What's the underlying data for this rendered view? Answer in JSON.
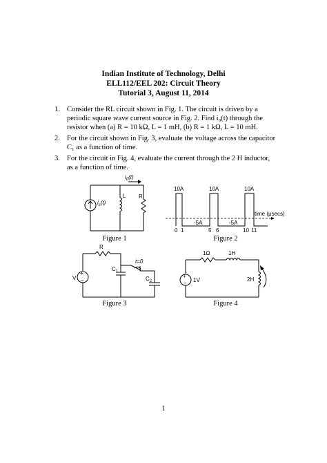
{
  "header": {
    "line1": "Indian Institute of Technology, Delhi",
    "line2": "ELL112/EEL 202: Circuit Theory",
    "line3": "Tutorial 3, August 11, 2014"
  },
  "questions": [
    {
      "number": "1.",
      "lines": [
        "Consider the RL circuit shown in Fig. 1. The circuit is driven by a",
        "periodic square wave current source in Fig. 2. Find i₀(t) through the",
        "resistor when (a) R = 10 kΩ, L = 1 mH, (b) R = 1 kΩ, L = 10 mH."
      ]
    },
    {
      "number": "2.",
      "lines": [
        "For the circuit shown in Fig. 3, evaluate the voltage across the capacitor",
        "C₁ as a function of time."
      ]
    },
    {
      "number": "3.",
      "lines": [
        "For the circuit in Fig. 4, evaluate the current through the 2 H inductor,",
        "as a function of time."
      ]
    }
  ],
  "figures": {
    "fig1": {
      "caption": "Figure 1",
      "source_label": "i",
      "source_sub": "s",
      "source_arg": "(t)",
      "output_label": "i",
      "output_sub": "0",
      "output_arg": "(t)",
      "inductor_label": "L",
      "resistor_label": "R"
    },
    "fig2": {
      "caption": "Figure 2",
      "pulse_labels": [
        "10A",
        "10A",
        "10A"
      ],
      "neg_labels": [
        "-5A",
        "-5A"
      ],
      "axis_label": "time (μsecs)",
      "ticks": [
        "0",
        "1",
        "5",
        "6",
        "10",
        "11"
      ]
    },
    "fig3": {
      "caption": "Figure 3",
      "resistor_label": "R",
      "source_label": "V",
      "cap1_label": "C",
      "cap1_sub": "1",
      "cap2_label": "C",
      "cap2_sub": "2",
      "switch_label": "t=0"
    },
    "fig4": {
      "caption": "Figure 4",
      "resistor_label": "1Ω",
      "inductor1_label": "1H",
      "source_label": "1V",
      "inductor2_label": "2H"
    }
  },
  "page_number": "1"
}
